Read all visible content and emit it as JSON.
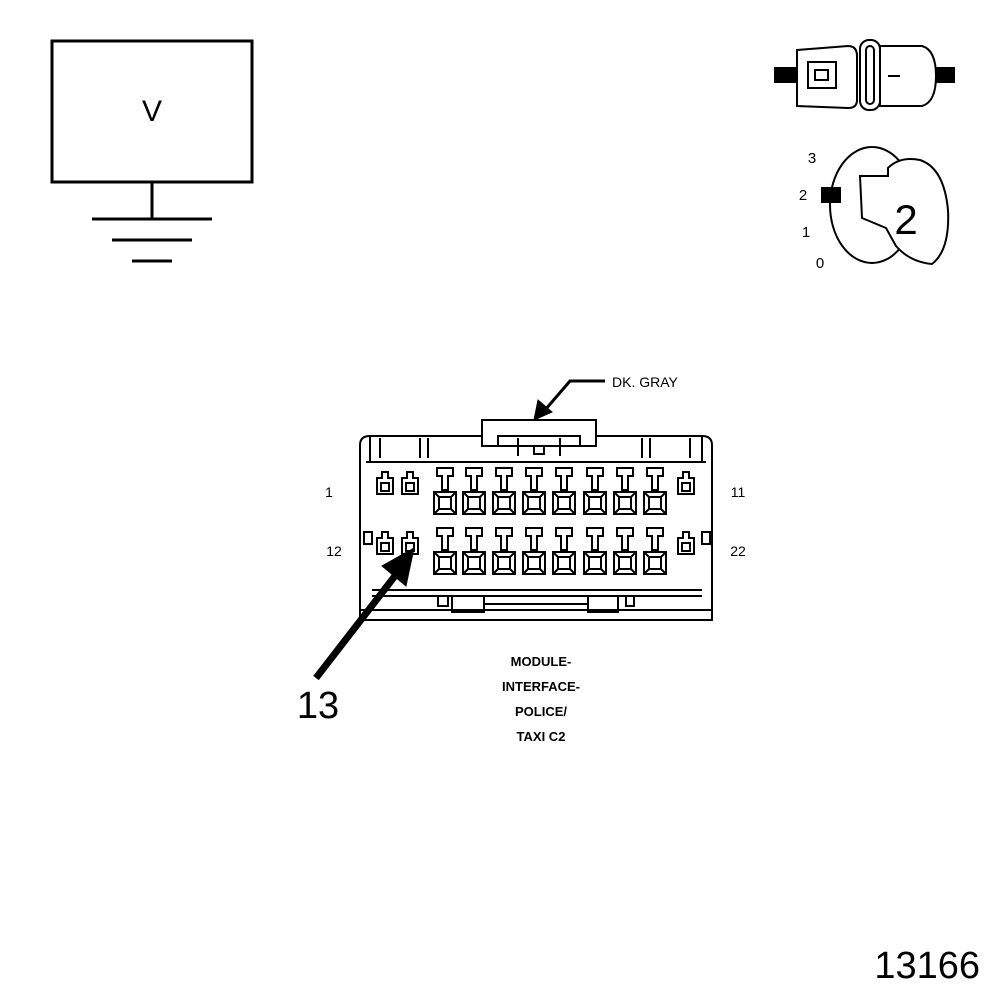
{
  "voltmeter": {
    "symbol": "V"
  },
  "ignition": {
    "positions": [
      "3",
      "2",
      "1",
      "0"
    ],
    "selected": "2",
    "key_label": "2"
  },
  "connector": {
    "color_callout": "DK. GRAY",
    "pin_label_top_left": "1",
    "pin_label_top_right": "11",
    "pin_label_bottom_left": "12",
    "pin_label_bottom_right": "22",
    "pin_callout": "13",
    "name_lines": [
      "MODULE-",
      "INTERFACE-",
      "POLICE/",
      "TAXI C2"
    ]
  },
  "figure_number": "13166"
}
